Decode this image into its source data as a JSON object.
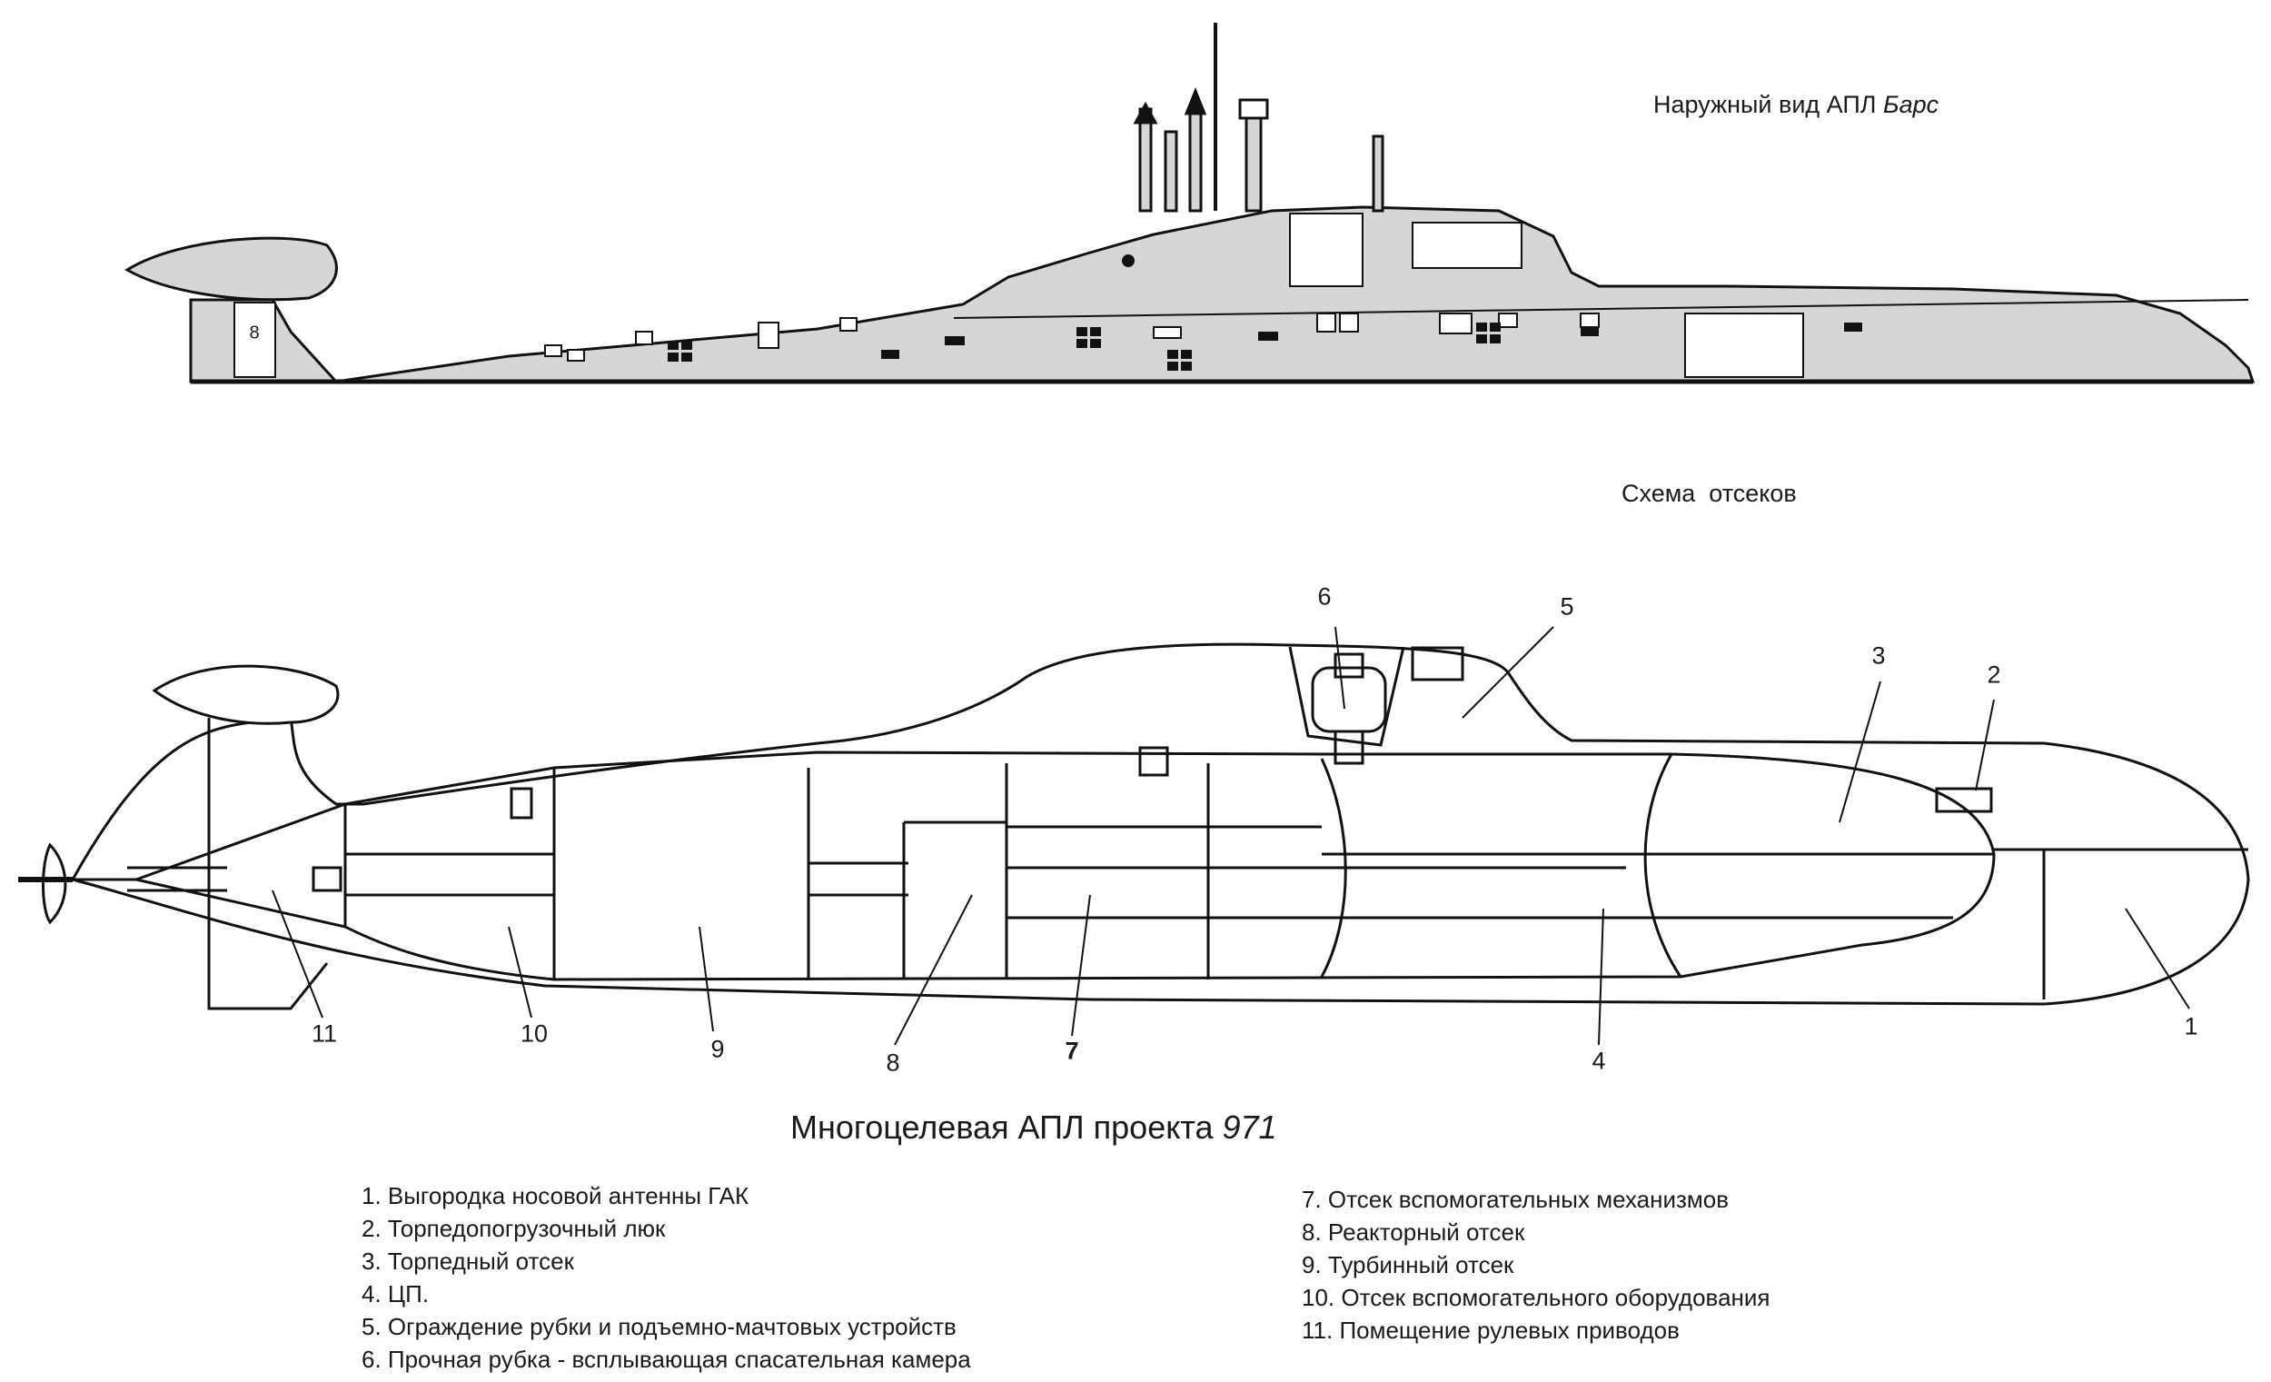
{
  "exterior": {
    "caption_main": "Наружный вид АПЛ",
    "caption_name": "Барс",
    "stern_mark": "8"
  },
  "scheme": {
    "caption": "Схема  отсеков",
    "numbers": [
      "1",
      "2",
      "3",
      "4",
      "5",
      "6",
      "7",
      "8",
      "9",
      "10",
      "11"
    ]
  },
  "title": {
    "main": "Многоцелевая АПЛ проекта",
    "project": "971"
  },
  "legend": {
    "left": [
      "1. Выгородка носовой антенны ГАК",
      "2. Торпедопогрузочный люк",
      "3. Торпедный отсек",
      "4. ЦП.",
      "5. Ограждение рубки и подъемно-мачтовых устройств",
      "6. Прочная рубка - всплывающая спасательная камера"
    ],
    "right": [
      "7. Отсек вспомогательных механизмов",
      "8. Реакторный отсек",
      "9. Турбинный отсек",
      "10. Отсек вспомогательного оборудования",
      "11. Помещение рулевых приводов"
    ]
  }
}
